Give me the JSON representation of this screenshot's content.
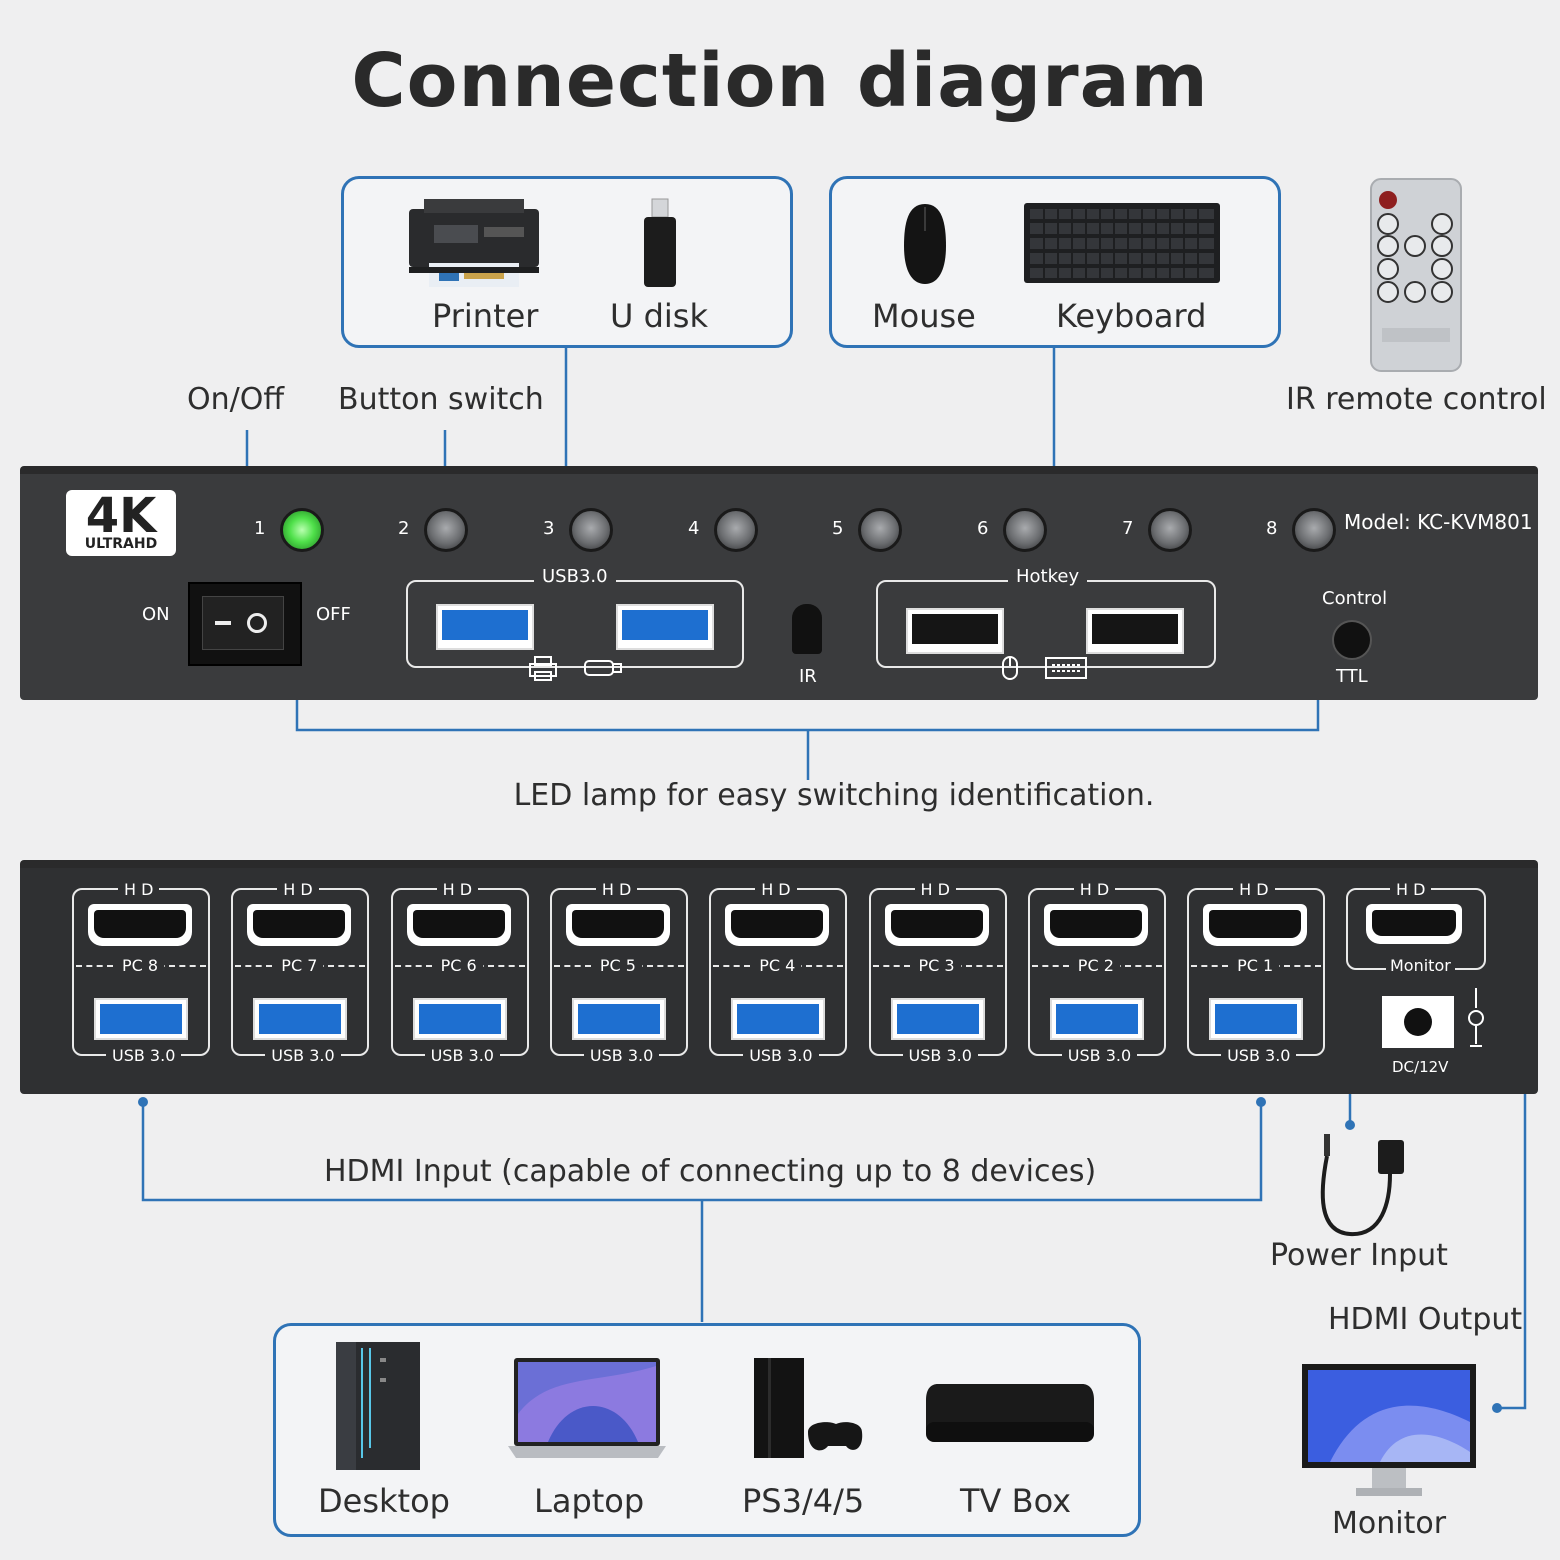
{
  "title": "Connection diagram",
  "peripherals": {
    "printer": "Printer",
    "udisk": "U disk",
    "mouse": "Mouse",
    "keyboard": "Keyboard",
    "remote": "IR remote control"
  },
  "callouts": {
    "onoff": "On/Off",
    "button_switch": "Button switch",
    "led": "LED lamp for easy switching identification.",
    "hdmi_input": "HDMI Input (capable of connecting up to 8 devices)",
    "power_input": "Power Input",
    "hdmi_output": "HDMI Output"
  },
  "front_panel": {
    "badge_big": "4K",
    "badge_small": "ULTRAHD",
    "on": "ON",
    "off": "OFF",
    "buttons": [
      "1",
      "2",
      "3",
      "4",
      "5",
      "6",
      "7",
      "8"
    ],
    "active_button": 1,
    "model": "Model: KC-KVM801",
    "usb_group": "USB3.0",
    "hotkey_group": "Hotkey",
    "ir": "IR",
    "control": "Control",
    "ttl": "TTL"
  },
  "back_panel": {
    "hd": "H D",
    "ports": [
      "PC 8",
      "PC 7",
      "PC 6",
      "PC 5",
      "PC 4",
      "PC 3",
      "PC 2",
      "PC 1"
    ],
    "usb": "USB 3.0",
    "monitor_port": "Monitor",
    "dc": "DC/12V"
  },
  "devices": [
    "Desktop",
    "Laptop",
    "PS3/4/5",
    "TV Box"
  ],
  "monitor": "Monitor",
  "colors": {
    "accent": "#2f73b6",
    "panel": "#3a3b3d",
    "led": "#4fe04a",
    "usb_blue": "#1e6fd0"
  }
}
